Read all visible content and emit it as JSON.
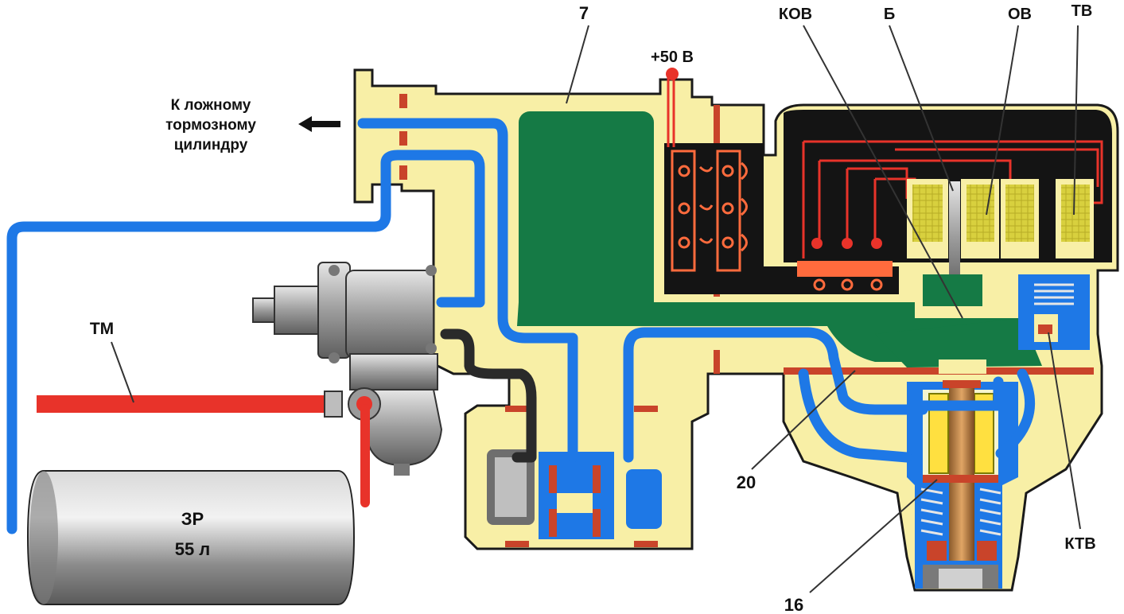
{
  "labels": {
    "part_7": "7",
    "voltage": "+50 В",
    "kov": "КОВ",
    "b": "Б",
    "ov": "ОВ",
    "tv": "ТВ",
    "outlet_line1": "К ложному",
    "outlet_line2": "тормозному",
    "outlet_line3": "цилиндру",
    "tm": "ТМ",
    "part_20": "20",
    "ktv": "КТВ",
    "part_16": "16",
    "reservoir_name": "ЗР",
    "reservoir_volume": "55 л"
  },
  "colors": {
    "body": "#f8efa6",
    "air_line": "#1e78e6",
    "brake_pipe": "#e8332a",
    "chamber": "#157a45",
    "wiring_block": "#141414",
    "seal": "#c9442a",
    "coil": "#d4cc3a",
    "metal": "#9a9a9a"
  }
}
